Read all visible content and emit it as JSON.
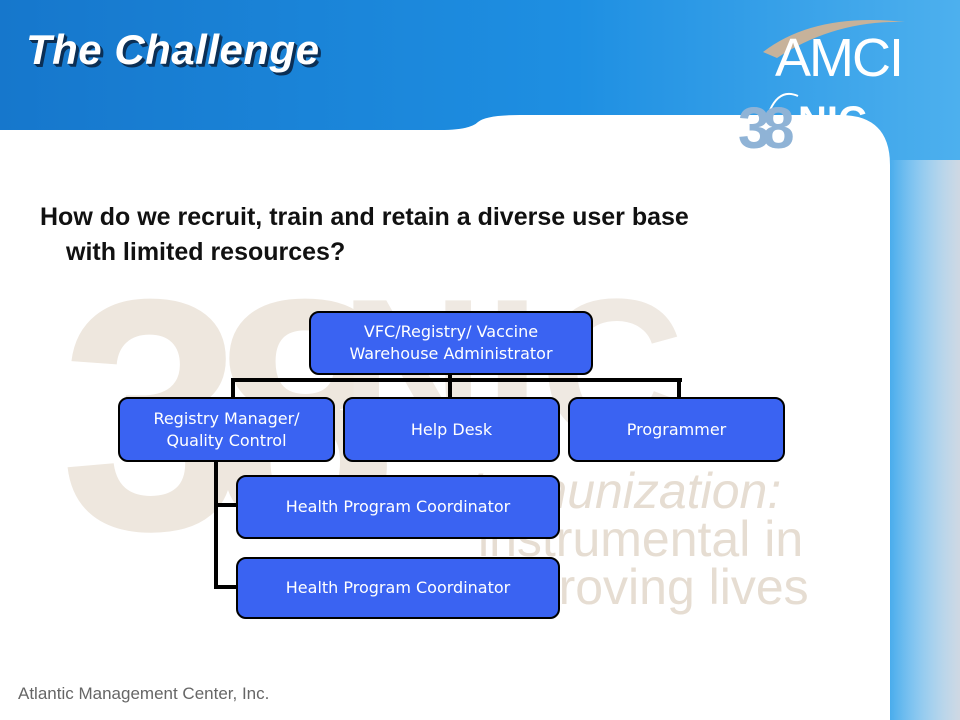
{
  "slide": {
    "title": "The Challenge",
    "question_line1": "How do we recruit, train and retain a diverse user base",
    "question_line2": "with limited resources?",
    "footer": "Atlantic Management Center, Inc."
  },
  "logos": {
    "amci": "AMCI",
    "nic_number": "38",
    "nic_text": "NIC"
  },
  "watermark": {
    "number": "38",
    "nic": "NIC",
    "line1": "Immunization:",
    "line2": "instrumental in",
    "line3": "improving lives"
  },
  "org_chart": {
    "root": {
      "line1": "VFC/Registry/ Vaccine",
      "line2": "Warehouse Administrator"
    },
    "children": [
      {
        "line1": "Registry Manager/",
        "line2": "Quality Control"
      },
      {
        "line1": "Help Desk"
      },
      {
        "line1": "Programmer"
      }
    ],
    "sub_children": [
      {
        "label": "Health Program Coordinator"
      },
      {
        "label": "Health Program Coordinator"
      }
    ]
  },
  "colors": {
    "header_blue": "#1a8fe0",
    "node_fill": "#3a63f2",
    "node_border": "#000000",
    "title_text": "#ffffff"
  }
}
